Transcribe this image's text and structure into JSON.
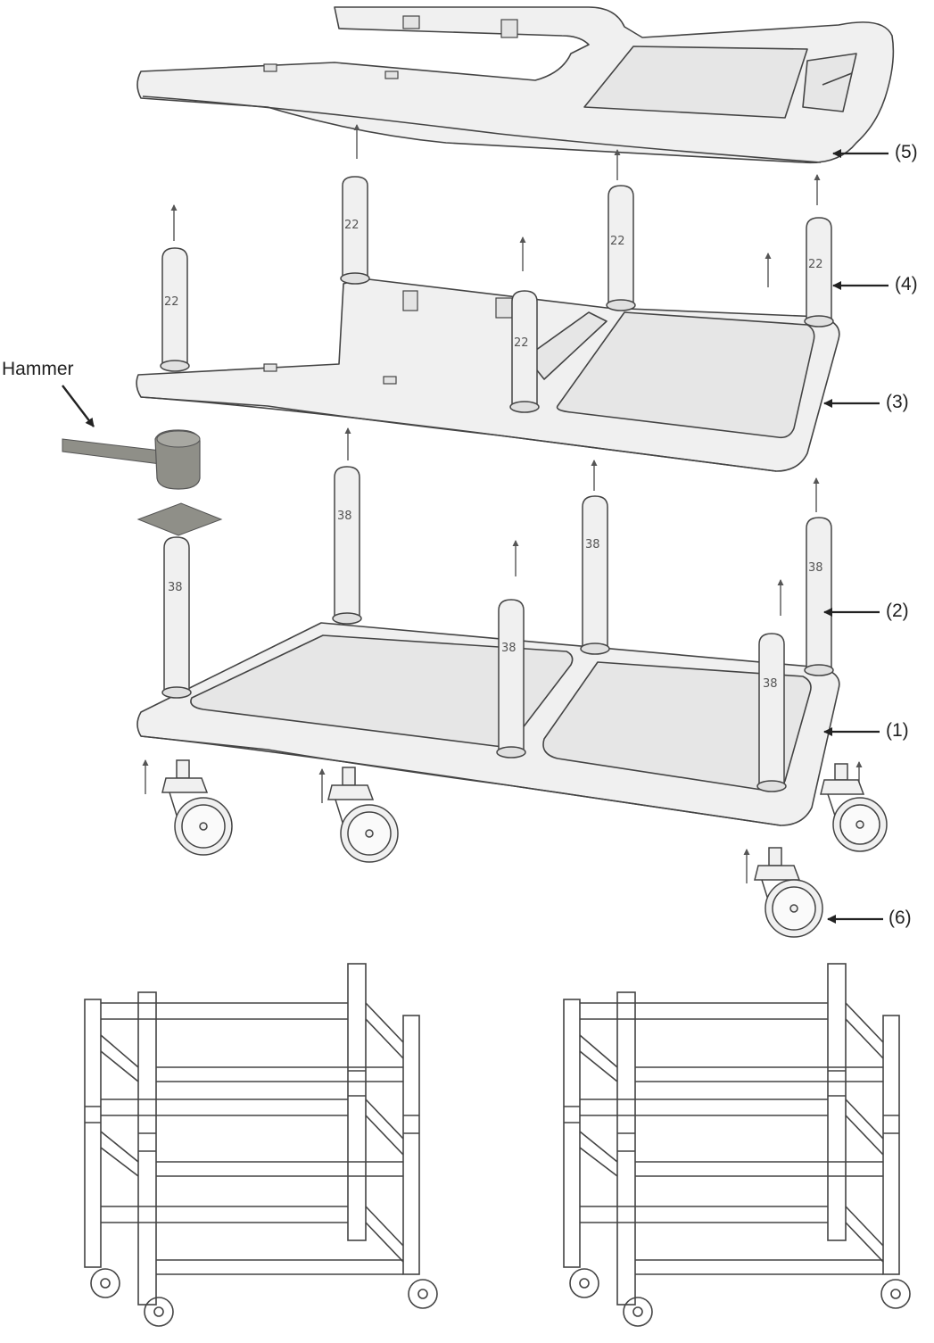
{
  "labels": {
    "part5": "(5)",
    "part4": "(4)",
    "part3": "(3)",
    "part2": "(2)",
    "part1": "(1)",
    "part6": "(6)",
    "hammer": "Hammer"
  },
  "pole_codes": {
    "short": "22",
    "long": "38"
  },
  "colors": {
    "fill": "#f0f0f0",
    "line": "#444444",
    "hammer": "#8f8f88"
  }
}
